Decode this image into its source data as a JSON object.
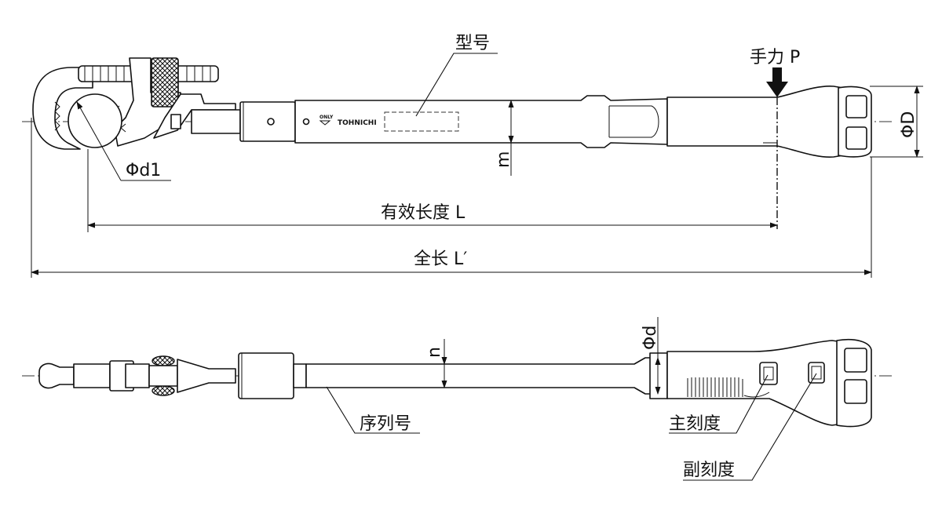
{
  "labels": {
    "model": "型号",
    "hand_force": "手力 P",
    "big_diameter": "ΦD",
    "jaw_diameter": "Φd1",
    "height_m": "m",
    "effective_length": "有效长度 L",
    "overall_length": "全长 L′",
    "diameter_d": "Φd",
    "height_n": "n",
    "serial_number": "序列号",
    "main_scale": "主刻度",
    "sub_scale": "副刻度"
  },
  "markings": {
    "brand": "TOHNICHI",
    "only_mark": "ONLY"
  },
  "colors": {
    "line": "#111111",
    "background": "#ffffff"
  }
}
